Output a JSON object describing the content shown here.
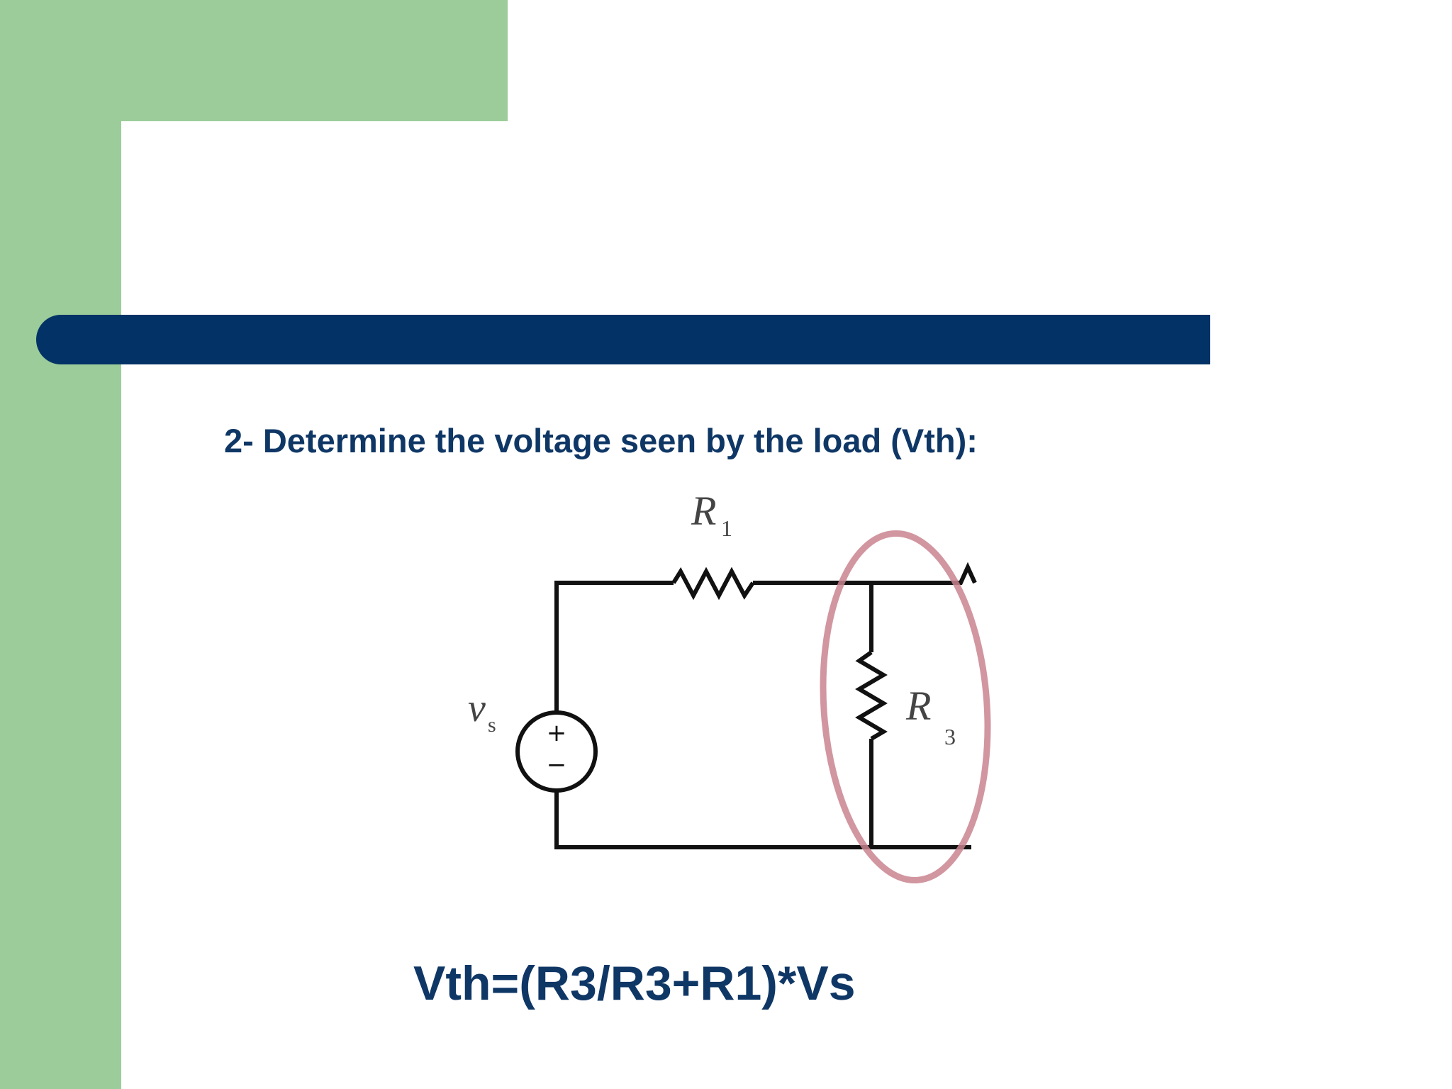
{
  "slide": {
    "heading": "2- Determine the voltage seen by the load (Vth):",
    "formula": "Vth=(R3/R3+R1)*Vs"
  },
  "circuit": {
    "r1_label": "R",
    "r1_subscript": "1",
    "r3_label": "R",
    "r3_subscript": "3",
    "source_label": "v",
    "source_subscript": "s",
    "source_plus": "+",
    "source_minus": "−",
    "highlight_color": "#c9848f",
    "wire_color": "#111111"
  }
}
